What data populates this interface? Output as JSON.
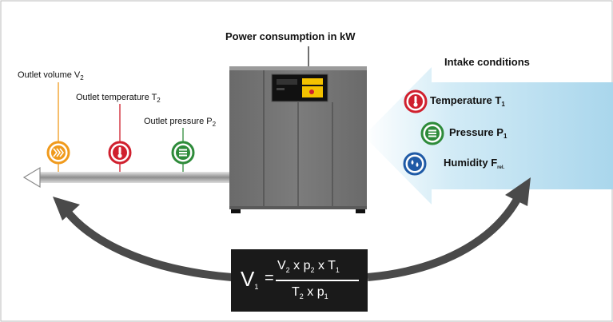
{
  "title": "Power consumption in kW",
  "intake": {
    "heading": "Intake conditions",
    "temperature": {
      "label": "Temperature T",
      "sub": "1",
      "icon": "thermometer-icon",
      "color": "#d0202e"
    },
    "pressure": {
      "label": "Pressure P",
      "sub": "1",
      "icon": "gauge-icon",
      "color": "#2e8b3a"
    },
    "humidity": {
      "label": "Humidity  F",
      "sub": "rel.",
      "icon": "water-drops-icon",
      "color": "#1f5aa6"
    }
  },
  "outlet": {
    "volume": {
      "label": "Outlet volume V",
      "sub": "2",
      "icon": "flow-icon",
      "color": "#f09a1c"
    },
    "temperature": {
      "label": "Outlet temperature T",
      "sub": "2",
      "icon": "thermometer-icon",
      "color": "#d0202e"
    },
    "pressure": {
      "label": "Outlet pressure P",
      "sub": "2",
      "icon": "gauge-icon",
      "color": "#2e8b3a"
    }
  },
  "formula": {
    "lhs": "V",
    "lhs_sub": "1",
    "equals": "=",
    "num": {
      "v": "V",
      "v_sub": "2",
      "x1": " x p",
      "p_sub": "2",
      "x2": " x T",
      "t_sub": "1"
    },
    "den": {
      "t": "T",
      "t_sub": "2",
      "x": " x p",
      "p_sub": "1"
    }
  }
}
